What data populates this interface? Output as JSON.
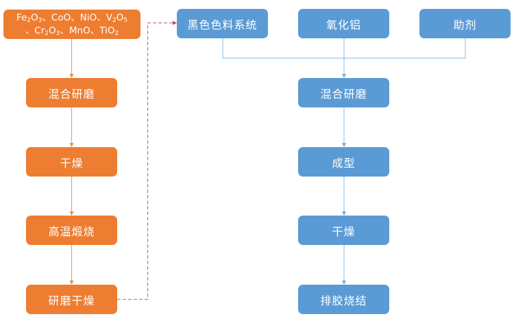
{
  "colors": {
    "left_process": "#ED7D31",
    "right_process": "#5B9BD5",
    "left_connector": "#E0A070",
    "right_connector": "#9DC3E6",
    "cross_link": "#C0504D"
  },
  "left_column": {
    "raw_materials": {
      "line1": [
        {
          "base": "Fe",
          "sub": "2"
        },
        {
          "base": "O",
          "sub": "3"
        },
        {
          "base": "、CoO、NiO、V",
          "sub": "2"
        },
        {
          "base": "O",
          "sub": "5"
        }
      ],
      "line2": [
        {
          "base": "、Cr",
          "sub": "2"
        },
        {
          "base": "O",
          "sub": "3"
        },
        {
          "base": "、MnO、TiO",
          "sub": "2"
        }
      ],
      "text": "Fe2O3、CoO、NiO、V2O5、Cr2O3、MnO、TiO2"
    },
    "steps": [
      "混合研磨",
      "干燥",
      "高温煅烧",
      "研磨干燥"
    ]
  },
  "right_column": {
    "inputs": [
      "黑色色料系统",
      "氧化铝",
      "助剂"
    ],
    "steps": [
      "混合研磨",
      "成型",
      "干燥",
      "排胶烧结"
    ]
  },
  "links": [
    {
      "from": "研磨干燥",
      "to": "黑色色料系统",
      "style": "dashed"
    }
  ]
}
